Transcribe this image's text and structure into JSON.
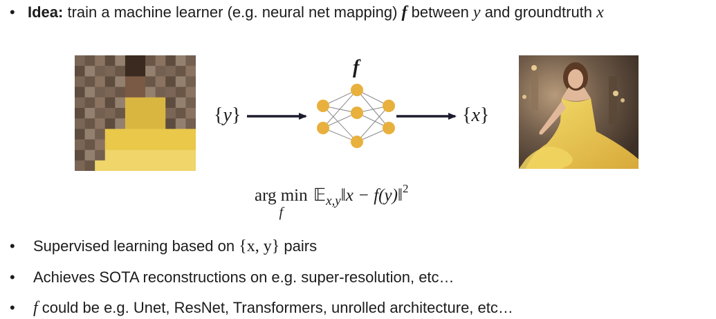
{
  "idea": {
    "label": "Idea:",
    "text_before": " train a machine learner (e.g. neural net mapping) ",
    "f_symbol": "f",
    "text_middle": " between ",
    "y_symbol": "y",
    "text_after": " and groundtruth ",
    "x_symbol": "x"
  },
  "diagram": {
    "f_label": "f",
    "input_label_open": "{",
    "input_var": "y",
    "input_label_close": "}",
    "output_label_open": "{",
    "output_var": "x",
    "output_label_close": "}",
    "node_color": "#e8b03c",
    "edge_color": "#8a8a8a",
    "arrow_color": "#1c1c2e"
  },
  "objective": {
    "argmin": "arg min",
    "under": "f",
    "expectation": "𝔼",
    "expectation_sub": "x,y",
    "body": "‖x − f(y)‖",
    "power": "2"
  },
  "bullets": [
    {
      "before": "Supervised learning based on ",
      "math": "{x, y}",
      "after": " pairs"
    },
    {
      "before": "Achieves SOTA reconstructions on e.g. super-resolution, etc…",
      "math": "",
      "after": ""
    },
    {
      "before": "",
      "math": "f",
      "after": " could be e.g. Unet, ResNet, Transformers, unrolled architecture, etc…"
    }
  ],
  "colors": {
    "dress_yellow": "#e9c84a",
    "background_brown": "#6b5848"
  }
}
